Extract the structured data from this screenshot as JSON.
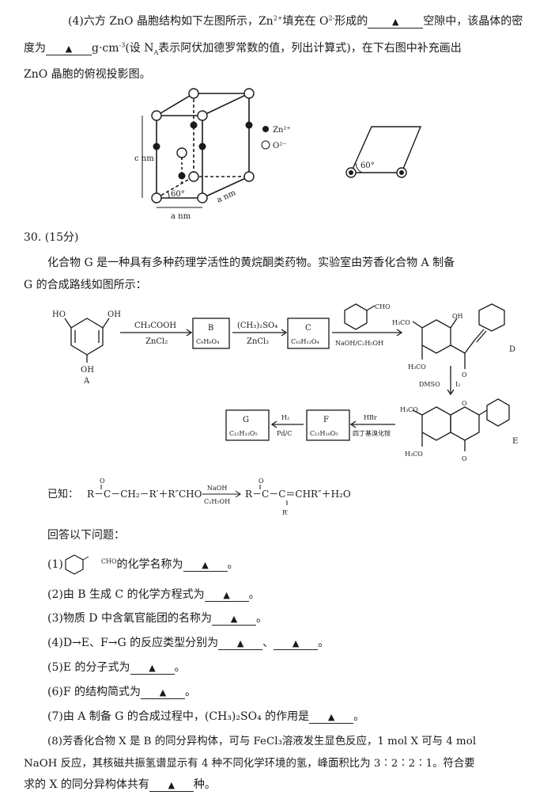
{
  "q4": {
    "line1_a": "(4)六方 ZnO 晶胞结构如下左图所示，Zn",
    "line1_sup1": "2+",
    "line1_b": "填充在 O",
    "line1_sup2": "2-",
    "line1_c": "形成的",
    "line1_d": "空隙中，该晶体的密",
    "line2_a": "度为",
    "line2_b": "g·cm",
    "line2_sup": "-3",
    "line2_c": "(设 N",
    "line2_sub": "A",
    "line2_d": "表示阿伏加德罗常数的值，列出计算式)，在下右图中补充画出",
    "line3": "ZnO 晶胞的俯视投影图。",
    "blank_mark": "▲",
    "fig_legend_zn": "Zn²⁺",
    "fig_legend_o": "O²⁻",
    "fig_c": "c nm",
    "fig_a1": "a nm",
    "fig_a2": "a nm",
    "fig_angle": "60°",
    "fig_angle2": "60°"
  },
  "q30": {
    "header": "30. (15分)",
    "intro1": "化合物 G 是一种具有多种药理学活性的黄烷酮类药物。实验室由芳香化合物 A 制备",
    "intro2": "G 的合成路线如图所示：",
    "scheme": {
      "A_label": "A",
      "A_oh_left": "HO",
      "A_oh_right": "OH",
      "A_oh_bottom": "OH",
      "r1_top": "CH₃COOH",
      "r1_bottom": "ZnCl₂",
      "B_name": "B",
      "B_formula": "C₈H₈O₄",
      "r2_top": "(CH₃)₂SO₄",
      "r2_bottom": "ZnCl₂",
      "C_name": "C",
      "C_formula": "C₁₀H₁₂O₄",
      "r3_top": "CHO",
      "r3_bottom": "NaOH/C₂H₅OH",
      "D_label": "D",
      "D_h3co_top": "H₃CO",
      "D_oh": "OH",
      "D_h3co_bottom": "H₃CO",
      "D_o": "O",
      "r4_left": "DMSO",
      "r4_right": "I₂",
      "E_label": "E",
      "E_h3co_top": "H₃CO",
      "E_h3co_bottom": "H₃CO",
      "E_o": "O",
      "E_o_ring": "O",
      "r5_top": "HBr",
      "r5_bottom": "四丁基溴化铵",
      "F_name": "F",
      "F_formula": "C₁₅H₁₀O₅",
      "r6_top": "H₂",
      "r6_bottom": "Pd/C",
      "G_name": "G",
      "G_formula": "C₁₅H₁₂O₅"
    },
    "known": {
      "prefix": "已知：",
      "left": "R－C－CH₂－R′＋R″CHO",
      "arrow_top": "NaOH",
      "arrow_bottom": "C₂H₅OH",
      "right_a": "R－C－C＝CHR″＋H₂O",
      "o1": "O",
      "o2": "O",
      "r_prime": "R′"
    },
    "answer_intro": "回答以下问题：",
    "questions": [
      {
        "a": "(1)",
        "mid": "CHO",
        "b": "的化学名称为",
        "c": "。"
      },
      {
        "a": "(2)由 B 生成 C 的化学方程式为",
        "c": "。"
      },
      {
        "a": "(3)物质 D 中含氧官能团的名称为",
        "c": "。"
      },
      {
        "a": "(4)D→E、F→G 的反应类型分别为",
        "sep": "、",
        "c": "。"
      },
      {
        "a": "(5)E 的分子式为",
        "c": "。"
      },
      {
        "a": "(6)F 的结构简式为",
        "c": "。"
      },
      {
        "a": "(7)由 A 制备 G 的合成过程中，(CH₃)₂SO₄ 的作用是",
        "c": "。"
      }
    ],
    "q8_line1": "(8)芳香化合物 X 是 B 的同分异构体，可与 FeCl₃溶液发生显色反应，1 mol X 可与 4 mol",
    "q8_line2": "NaOH 反应，其核磁共振氢谱显示有 4 种不同化学环境的氢，峰面积比为 3∶2∶2∶1。符合要",
    "q8_line3_a": "求的 X 的同分异构体共有",
    "q8_line3_b": "种。",
    "blank_mark": "▲"
  }
}
